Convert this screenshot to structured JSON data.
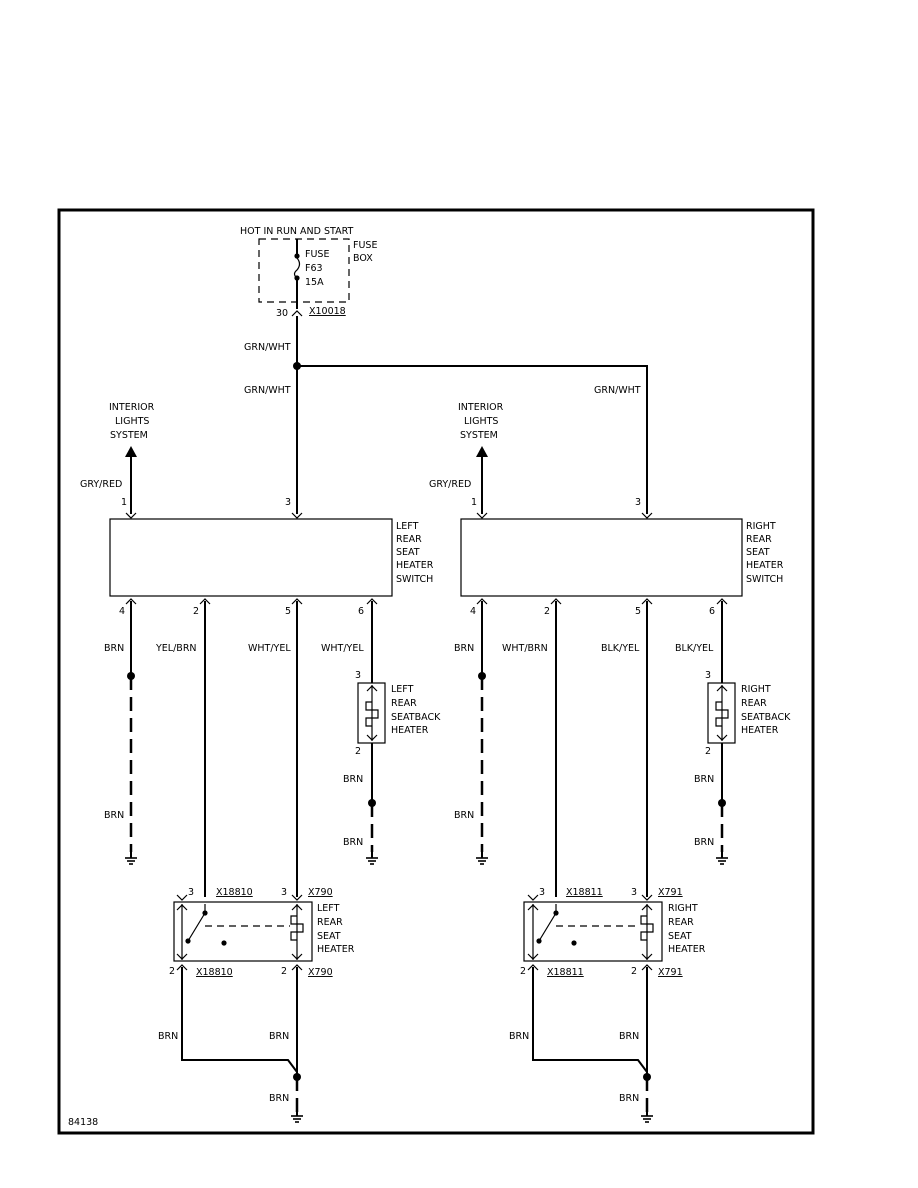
{
  "diagram_id": "84138",
  "fuse": {
    "header": "HOT IN RUN AND START",
    "box_label_1": "FUSE",
    "box_label_2": "BOX",
    "fuse_label": "FUSE",
    "fuse_id": "F63",
    "fuse_rating": "15A",
    "pin": "30",
    "connector": "X10018"
  },
  "wires": {
    "grn_wht": "GRN/WHT",
    "gry_red": "GRY/RED",
    "brn": "BRN",
    "yel_brn": "YEL/BRN",
    "wht_yel": "WHT/YEL",
    "wht_brn": "WHT/BRN",
    "blk_yel": "BLK/YEL"
  },
  "interior": {
    "line1": "INTERIOR",
    "line2": "LIGHTS",
    "line3": "SYSTEM"
  },
  "pins": {
    "p1": "1",
    "p2": "2",
    "p3": "3",
    "p4": "4",
    "p5": "5",
    "p6": "6"
  },
  "left_switch": {
    "l1": "LEFT",
    "l2": "REAR",
    "l3": "SEAT",
    "l4": "HEATER",
    "l5": "SWITCH"
  },
  "right_switch": {
    "l1": "RIGHT",
    "l2": "REAR",
    "l3": "SEAT",
    "l4": "HEATER",
    "l5": "SWITCH"
  },
  "left_seatback": {
    "l1": "LEFT",
    "l2": "REAR",
    "l3": "SEATBACK",
    "l4": "HEATER"
  },
  "right_seatback": {
    "l1": "RIGHT",
    "l2": "REAR",
    "l3": "SEATBACK",
    "l4": "HEATER"
  },
  "left_heater": {
    "l1": "LEFT",
    "l2": "REAR",
    "l3": "SEAT",
    "l4": "HEATER",
    "conn_a": "X18810",
    "conn_b": "X790"
  },
  "right_heater": {
    "l1": "RIGHT",
    "l2": "REAR",
    "l3": "SEAT",
    "l4": "HEATER",
    "conn_a": "X18811",
    "conn_b": "X791"
  }
}
